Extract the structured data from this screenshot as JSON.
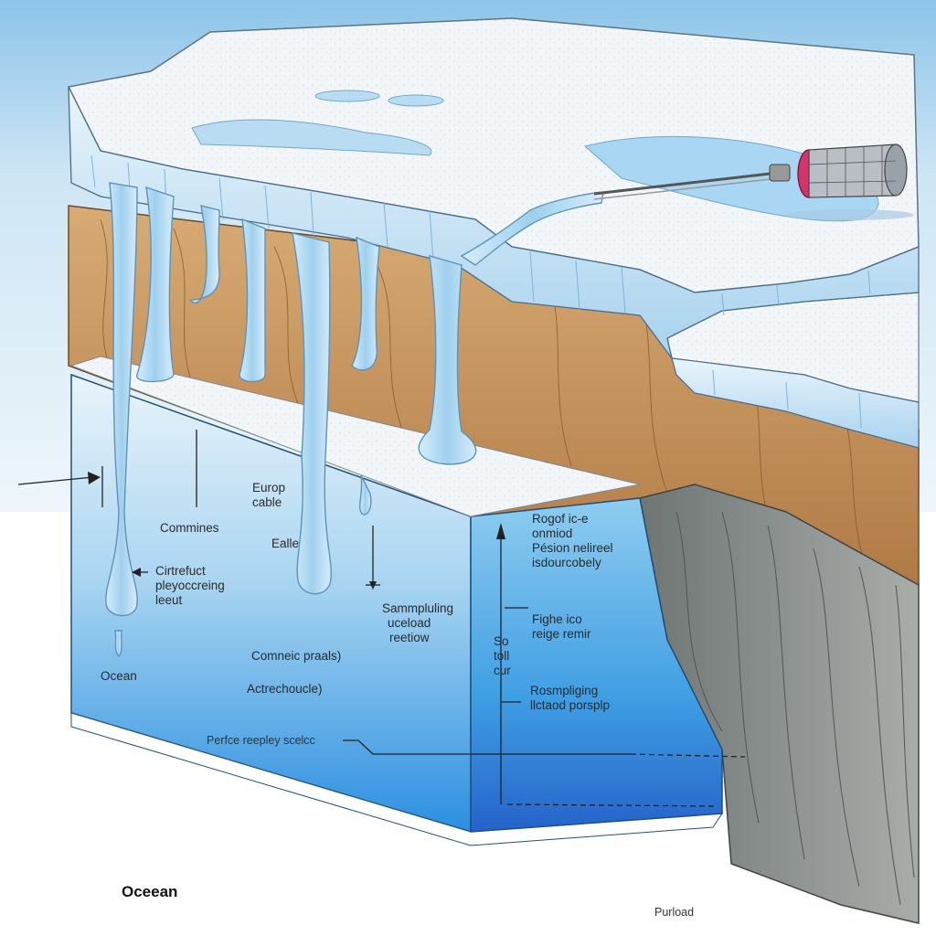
{
  "labels": {
    "europ_cable": [
      "Europ",
      "cable"
    ],
    "commines": "Commines",
    "ealle": "Ealle",
    "cirtrefuct": [
      "Cirtrefuct",
      "pleyoccreing",
      "leeut"
    ],
    "ocean_left": "Ocean",
    "sammpluling": [
      "Sammpluling",
      "uceload",
      "reetiow"
    ],
    "comneic": "Comneic praals)",
    "actrechoucle": "Actrechoucle)",
    "perfce": "Perfce reepley scelcc",
    "rogof": [
      "Rogof ic-e",
      "onmiod",
      "Pésion nelireel",
      "isdourcobely"
    ],
    "so_toll": [
      "So",
      "toll",
      "cur"
    ],
    "fighe": [
      "Fighe ico",
      "reige remir"
    ],
    "rosmpliging": [
      "Rosmpliging",
      "llctaod porsplp"
    ],
    "ocean_bottom": "Oceean",
    "purload": "Purload"
  },
  "colors": {
    "sky": "#dcecf6",
    "ice_top": "#f4f8fb",
    "ice_face": "#bfdcef",
    "meltwater": "#9fd0ee",
    "rock_brown": "#c89560",
    "rock_grey": "#8e9593",
    "water_light": "#e3f1f8",
    "water_deep": "#1f7fd6",
    "probe_red": "#d6336b",
    "line": "#222222"
  },
  "icons": {
    "probe": "cylinder-probe-icon",
    "arrow": "arrow-right-icon"
  }
}
